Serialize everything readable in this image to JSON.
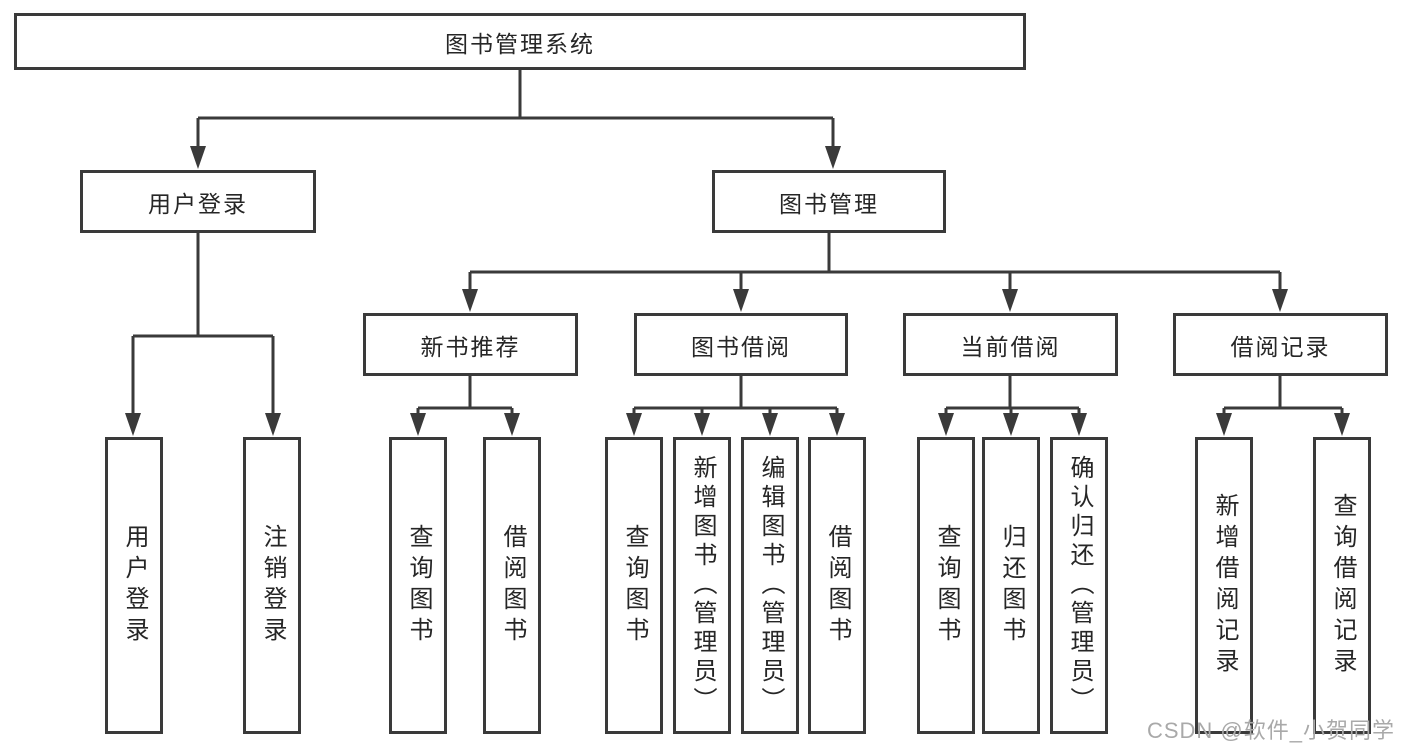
{
  "watermark": "CSDN @软件_小贺同学",
  "colors": {
    "line": "#3a3a3a",
    "box_border": "#3a3a3a",
    "text": "#262626",
    "watermark": "#a9a9a9",
    "background": "#ffffff"
  },
  "tree": {
    "label": "图书管理系统",
    "children": [
      {
        "label": "用户登录",
        "children": [
          {
            "label": "用户登录"
          },
          {
            "label": "注销登录"
          }
        ]
      },
      {
        "label": "图书管理",
        "children": [
          {
            "label": "新书推荐",
            "children": [
              {
                "label": "查询图书"
              },
              {
                "label": "借阅图书"
              }
            ]
          },
          {
            "label": "图书借阅",
            "children": [
              {
                "label": "查询图书"
              },
              {
                "label": "新增图书（管理员）"
              },
              {
                "label": "编辑图书（管理员）"
              },
              {
                "label": "借阅图书"
              }
            ]
          },
          {
            "label": "当前借阅",
            "children": [
              {
                "label": "查询图书"
              },
              {
                "label": "归还图书"
              },
              {
                "label": "确认归还（管理员）"
              }
            ]
          },
          {
            "label": "借阅记录",
            "children": [
              {
                "label": "新增借阅记录"
              },
              {
                "label": "查询借阅记录"
              }
            ]
          }
        ]
      }
    ]
  }
}
